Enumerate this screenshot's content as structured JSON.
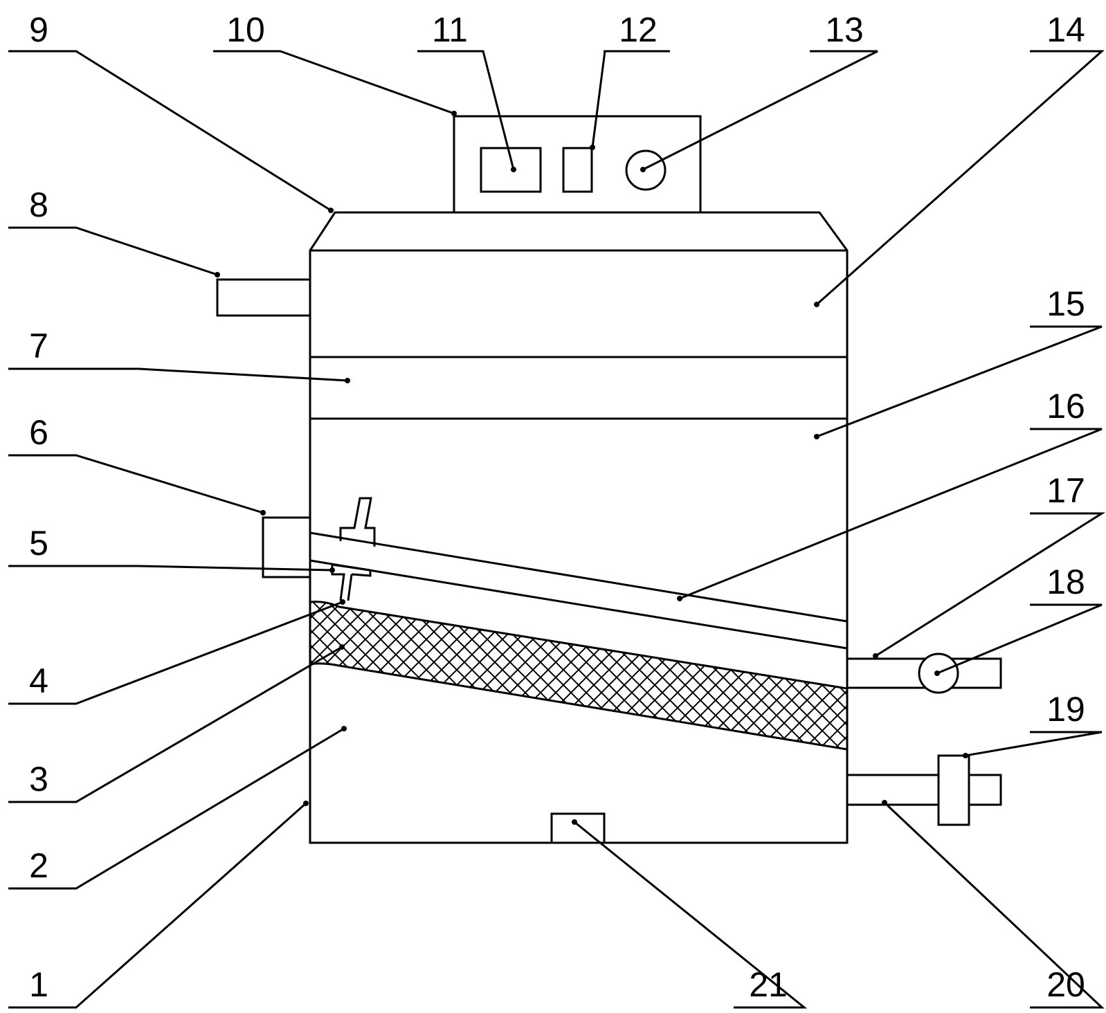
{
  "labels": {
    "l1": "1",
    "l2": "2",
    "l3": "3",
    "l4": "4",
    "l5": "5",
    "l6": "6",
    "l7": "7",
    "l8": "8",
    "l9": "9",
    "l10": "10",
    "l11": "11",
    "l12": "12",
    "l13": "13",
    "l14": "14",
    "l15": "15",
    "l16": "16",
    "l17": "17",
    "l18": "18",
    "l19": "19",
    "l20": "20",
    "l21": "21"
  },
  "colors": {
    "line": "#000000",
    "background": "#ffffff"
  }
}
